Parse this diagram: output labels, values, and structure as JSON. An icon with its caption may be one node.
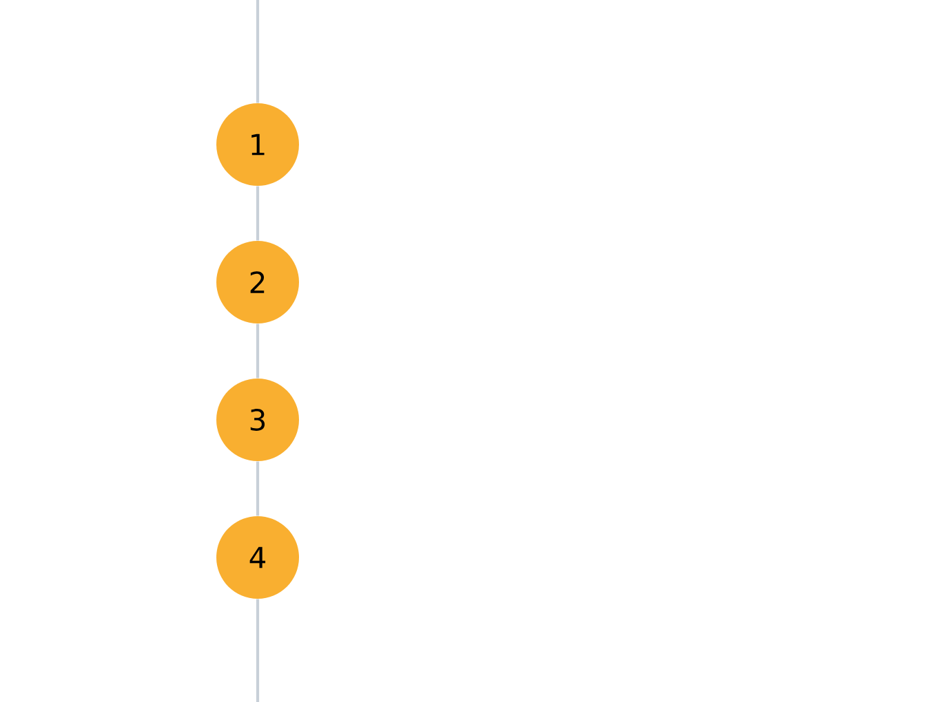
{
  "diagram": {
    "nodes": [
      {
        "text": [
          "1"
        ]
      },
      {
        "text": [
          "2"
        ]
      },
      {
        "text": [
          "3"
        ]
      },
      {
        "text": [
          "4"
        ]
      }
    ],
    "edges": [
      {
        "from": null,
        "to": 0,
        "arrow": "none"
      },
      {
        "from": 0,
        "to": 1,
        "arrow": "none"
      },
      {
        "from": 1,
        "to": 2,
        "arrow": "none"
      },
      {
        "from": 2,
        "to": 3,
        "arrow": "none"
      },
      {
        "from": 3,
        "to": null,
        "arrow": "none"
      }
    ]
  }
}
